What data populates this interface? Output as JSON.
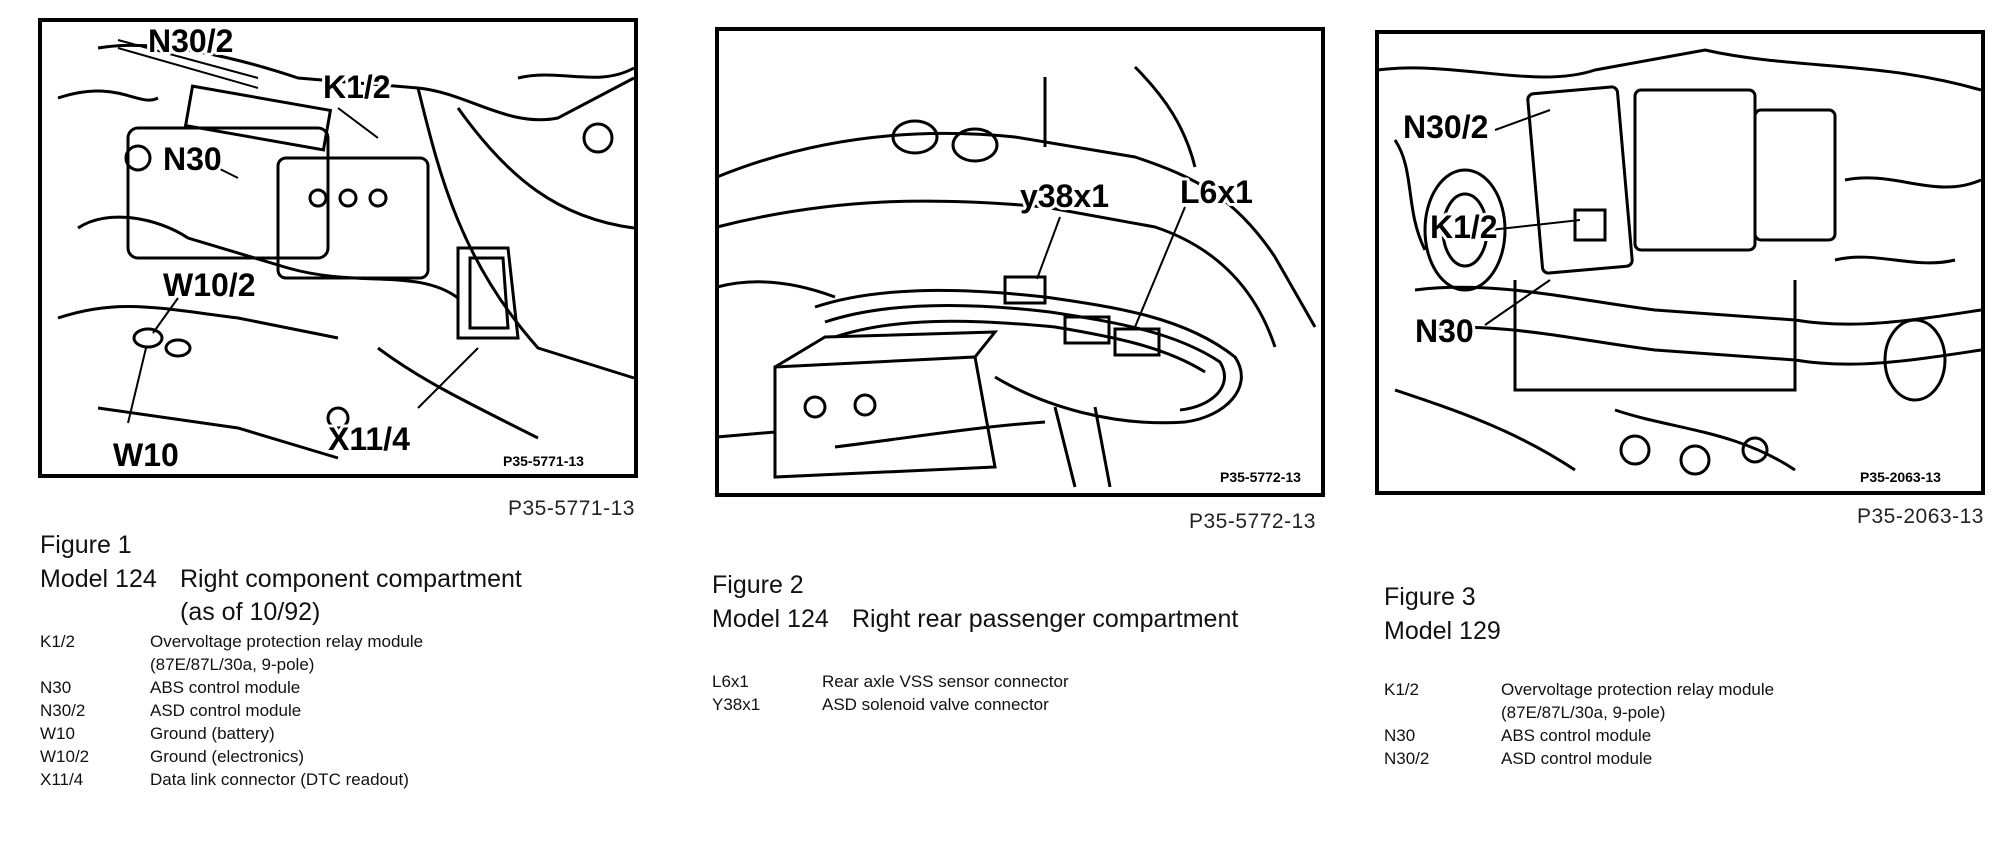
{
  "figures": [
    {
      "image_code": "P35-5771-13",
      "image_code_below": "P35-5771-13",
      "callouts": [
        "N30/2",
        "K1/2",
        "N30",
        "W10/2",
        "W10",
        "X11/4"
      ],
      "title": "Figure 1",
      "model": "Model 124",
      "description": "Right component compartment",
      "description_sub": "(as of 10/92)",
      "legend": [
        {
          "code": "K1/2",
          "text": "Overvoltage protection relay module",
          "text2": "(87E/87L/30a, 9-pole)"
        },
        {
          "code": "N30",
          "text": "ABS control module"
        },
        {
          "code": "N30/2",
          "text": "ASD control module"
        },
        {
          "code": "W10",
          "text": "Ground (battery)"
        },
        {
          "code": "W10/2",
          "text": "Ground (electronics)"
        },
        {
          "code": "X11/4",
          "text": "Data link connector (DTC readout)"
        }
      ]
    },
    {
      "image_code": "P35-5772-13",
      "image_code_below": "P35-5772-13",
      "callouts": [
        "y38x1",
        "L6x1"
      ],
      "title": "Figure 2",
      "model": "Model 124",
      "description": "Right rear passenger compartment",
      "legend": [
        {
          "code": "L6x1",
          "text": "Rear axle VSS sensor connector"
        },
        {
          "code": "Y38x1",
          "text": "ASD solenoid valve connector"
        }
      ]
    },
    {
      "image_code": "P35-2063-13",
      "image_code_below": "P35-2063-13",
      "callouts": [
        "N30/2",
        "K1/2",
        "N30"
      ],
      "title": "Figure 3",
      "model": "Model 129",
      "legend": [
        {
          "code": "K1/2",
          "text": "Overvoltage protection relay module",
          "text2": "(87E/87L/30a, 9-pole)"
        },
        {
          "code": "N30",
          "text": "ABS control module"
        },
        {
          "code": "N30/2",
          "text": "ASD control module"
        }
      ]
    }
  ]
}
